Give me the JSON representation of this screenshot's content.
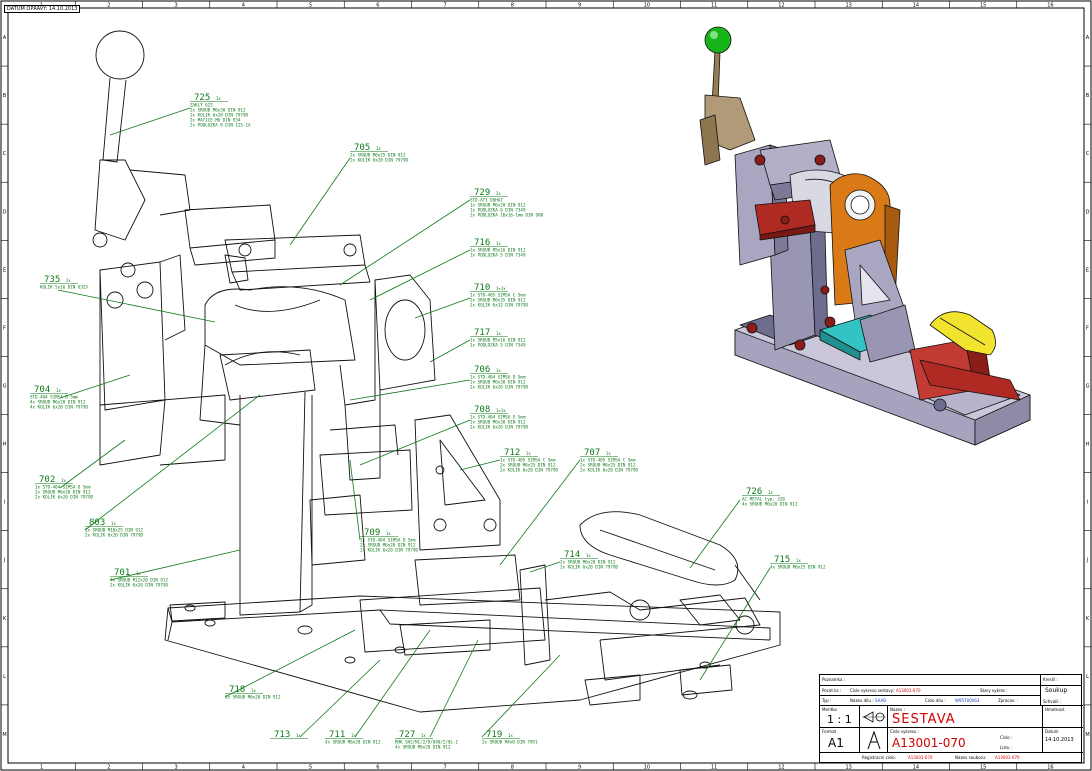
{
  "stamp": {
    "date_label": "DATUM OPRAVY:",
    "date_value": "14.10.2013"
  },
  "grid": {
    "cols": [
      "1",
      "2",
      "3",
      "4",
      "5",
      "6",
      "7",
      "8",
      "9",
      "10",
      "11",
      "12",
      "13",
      "14",
      "15",
      "16"
    ],
    "rows": [
      "A",
      "B",
      "C",
      "D",
      "E",
      "F",
      "G",
      "H",
      "I",
      "J",
      "K",
      "L",
      "M"
    ]
  },
  "balloons": [
    {
      "id": "725",
      "qty": "1x",
      "lines": [
        "ZAKLT 622",
        "2x SROUB M6x30 DIN 912",
        "2x KOLIK 6x20 DIN 7979D",
        "2x MATICE M6 DIN 934",
        "2x PODLOZKA 8 DIN 125-1A"
      ]
    },
    {
      "id": "705",
      "qty": "1x",
      "lines": [
        "2x SROUB M6x25 DIN 912",
        "2x KOLIK 6x20 DIN 7979D"
      ]
    },
    {
      "id": "729",
      "qty": "2x",
      "lines": [
        "STD-AT1 DOHAZ",
        "1x SROUB M6x20 DIN 912",
        "1x PODLOZKA 6 DIN 7349",
        "2x PODLOZKA 16x16-1mm DIN 988"
      ]
    },
    {
      "id": "716",
      "qty": "1x",
      "lines": [
        "1x SROUB M5x16 DIN 912",
        "1x PODLOZKA 5 DIN 7349"
      ]
    },
    {
      "id": "710",
      "qty": "1+1x",
      "lines": [
        "1x STD-405   SIMSA C 5mm",
        "2x SROUB M6x35 DIN 912",
        "2x KOLIK 6x32 DIN 7979D"
      ]
    },
    {
      "id": "735",
      "qty": "2x",
      "lines": [
        "KOLIK 5x16 DIN 6325"
      ]
    },
    {
      "id": "717",
      "qty": "1x",
      "lines": [
        "1x SROUB M5x16 DIN 912",
        "1x PODLOZKA 5 DIN 7349"
      ]
    },
    {
      "id": "706",
      "qty": "1x",
      "lines": [
        "1x STD-404   SIMSA D 5mm",
        "2x SROUB M6x30 DIN 912",
        "2x KOLIK 6x20 DIN 7979D"
      ]
    },
    {
      "id": "704",
      "qty": "1x",
      "lines": [
        "STD-404   SIMSA D 5mm",
        "4x SROUB M6x20 DIN 912",
        "4x KOLIK 6x20 DIN 7979D"
      ]
    },
    {
      "id": "708",
      "qty": "1+1x",
      "lines": [
        "1x STD-404   SIMSA E 5mm",
        "2x SROUB M6x30 DIN 912",
        "2x KOLIK 6x20 DIN 7979D"
      ]
    },
    {
      "id": "712",
      "qty": "1x",
      "lines": [
        "1x STD-405   SIMSA C 5mm",
        "2x SROUB M6x25 DIN 912",
        "2x KOLIK 6x20 DIN 7979D"
      ]
    },
    {
      "id": "707",
      "qty": "1x",
      "lines": [
        "1x STD-405   SIMSA C 5mm",
        "2x SROUB M6x25 DIN 912",
        "2x KOLIK 6x20 DIN 7979D"
      ]
    },
    {
      "id": "702",
      "qty": "1x",
      "lines": [
        "1x STD-404   SIMSA D 5mm",
        "2x SROUB M6x20 DIN 912",
        "2x KOLIK 6x20 DIN 7979D"
      ]
    },
    {
      "id": "726",
      "qty": "1x",
      "lines": [
        "AC METAL   typ: 320",
        "4x SROUB M6x20 DIN 912"
      ]
    },
    {
      "id": "803",
      "qty": "1x",
      "lines": [
        "2x SROUB M10x25 DIN 912",
        "2x KOLIK 6x20 DIN 7979D"
      ]
    },
    {
      "id": "709",
      "qty": "1x",
      "lines": [
        "1x STD-404   SIMSA D 5mm",
        "2x SROUB M6x20 DIN 912",
        "2x KOLIK 6x20 DIN 7979D"
      ]
    },
    {
      "id": "714",
      "qty": "1x",
      "lines": [
        "2x SROUB M6x20 DIN 912",
        "2x KOLIK 6x20 DIN 7979D"
      ]
    },
    {
      "id": "715",
      "qty": "1x",
      "lines": [
        "4x SROUB M6x25 DIN 912"
      ]
    },
    {
      "id": "701",
      "qty": "1x",
      "lines": [
        "4x SROUB M12x20 DIN 912",
        "2x KOLIK 6x20 DIN 7979D"
      ]
    },
    {
      "id": "718",
      "qty": "1x",
      "lines": [
        "2x SROUB M6x20 DIN 912"
      ]
    },
    {
      "id": "713",
      "qty": "1x",
      "lines": []
    },
    {
      "id": "711",
      "qty": "1x",
      "lines": [
        "4x SROUB M6x20 DIN 912"
      ]
    },
    {
      "id": "727",
      "qty": "1x",
      "lines": [
        "RHK  SH2/NC/2/D/040/2/0L-1",
        "4x SROUB M6x20 DIN 912"
      ]
    },
    {
      "id": "719",
      "qty": "1x",
      "lines": [
        "2x SROUB M4x8 DIN 7991"
      ]
    }
  ],
  "title_block": {
    "poznamka_label": "Poznamka :",
    "pocet_label": "Pocet ks :",
    "cislo_vykresu_sestavy_label": "Cislo vykresu sestavy:",
    "cislo_vykresu_sestavy_value": "A13001-070",
    "stary_vykres_label": "Stary vykres :",
    "kreslil_label": "Kreslil :",
    "kreslil_value": "Soukup",
    "typ_label": "Typ :",
    "nazev_dilu_label": "Nazev dilu :",
    "nazev_dilu_value": "SAAB",
    "cislo_dilu_label": "Cislo dilu :",
    "cislo_dilu_value": "W95700063",
    "zpracovani_label": "Zpracov. :",
    "schvalil_label": "Schvalil :",
    "meritko_label": "Meritko",
    "meritko_value": "1 : 1",
    "nazev_label": "Nazev :",
    "nazev_value": "SESTAVA",
    "hmotnost_label": "Hmotnost",
    "format_label": "Format",
    "format_value": "A1",
    "cislo_vykresu_label": "Cislo vykresu :",
    "cislo_vykresu_value": "A13001-070",
    "cislo_label": "Cislo :",
    "listu_label": "Listu :",
    "datum_label": "Datum",
    "datum_value": "14.10.2013",
    "registracni_label": "Registracni cislo:",
    "registracni_value": "A13001-070",
    "nazev_souboru_label": "Nazev souboru:",
    "nazev_souboru_value": "A13001-070"
  }
}
